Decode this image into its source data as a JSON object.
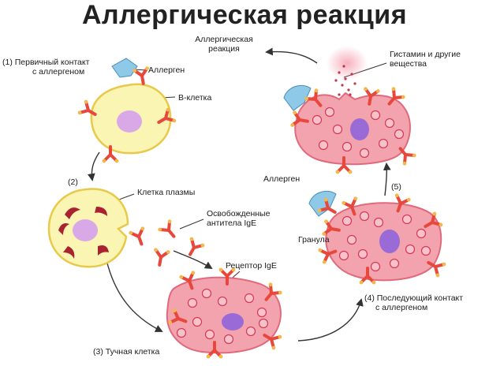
{
  "title": "Аллергическая реакция",
  "labels": {
    "step1_line1": "(1) Первичный контакт",
    "step1_line2": "с аллергеном",
    "allergen_top": "Аллерген",
    "b_cell": "В-клетка",
    "step2": "(2)",
    "plasma_cell": "Клетка плазмы",
    "antibodies_line1": "Освобожденные",
    "antibodies_line2": "антитела IgE",
    "ige_receptor": "Рецептор IgE",
    "step3": "(3) Тучная клетка",
    "allergic_reaction_line1": "Аллергическая",
    "allergic_reaction_line2": "реакция",
    "histamine_line1": "Гистамин и другие",
    "histamine_line2": "вещества",
    "allergen_mid": "Аллерген",
    "step5": "(5)",
    "granule": "Гранула",
    "step4_line1": "(4) Последующий контакт",
    "step4_line2": "с аллергеном"
  },
  "colors": {
    "b_cell_fill": "#fbf5b4",
    "b_cell_stroke": "#e8c94a",
    "nucleus": "#d9a8e6",
    "mast_fill": "#f3a3ad",
    "mast_stroke": "#e06a7c",
    "mast_nucleus": "#9a6bd6",
    "granule_stroke": "#d23a55",
    "antibody": "#e8483c",
    "antibody_tip": "#f2b84b",
    "allergen": "#8ec9e8",
    "arrow": "#333333",
    "histamine": "#c0364e"
  }
}
